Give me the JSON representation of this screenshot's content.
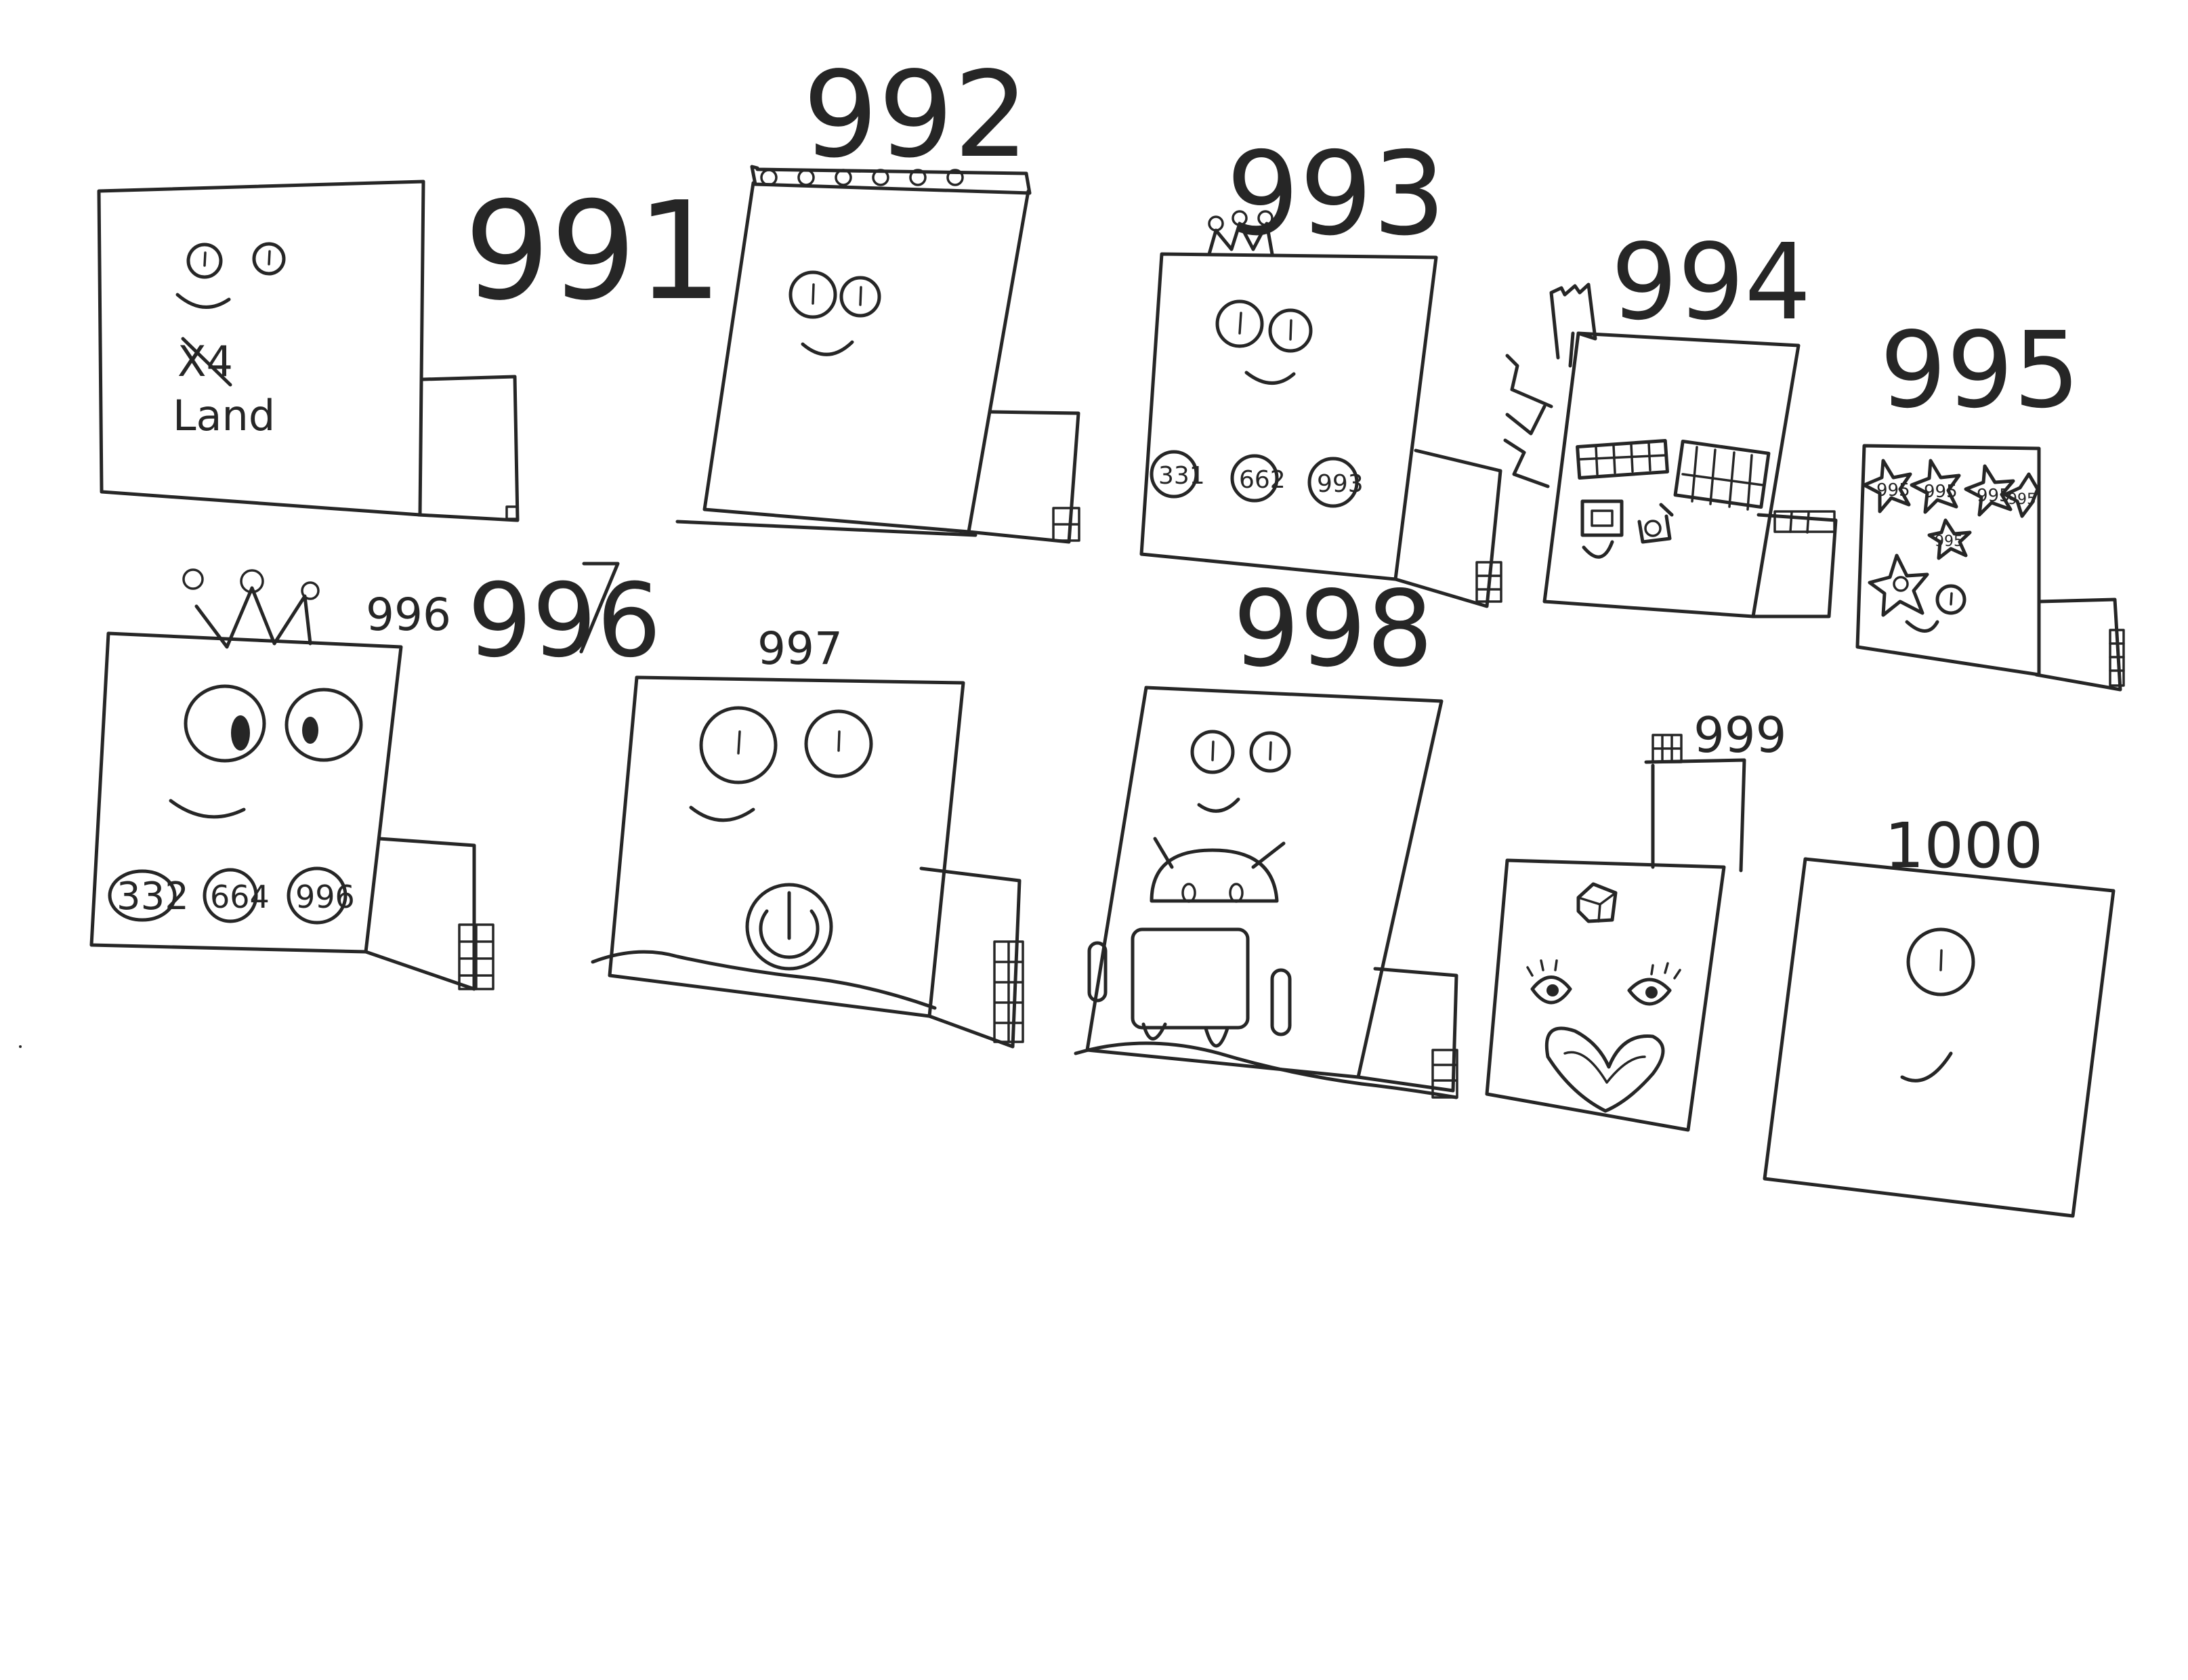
{
  "ink_color": "#262626",
  "paper_color": "#ffffff",
  "buildings": [
    {
      "id": "991",
      "label": "991",
      "sign": "X4",
      "sign_line2": "Land"
    },
    {
      "id": "992",
      "label": "992"
    },
    {
      "id": "993",
      "label": "993",
      "badges": [
        "331",
        "662",
        "993"
      ]
    },
    {
      "id": "994",
      "label": "994"
    },
    {
      "id": "995",
      "label": "995",
      "stars": [
        "995",
        "995",
        "995",
        "995"
      ],
      "small_star": "995"
    },
    {
      "id": "996",
      "label": "996",
      "label_small": "996",
      "badges": [
        "332",
        "664",
        "996"
      ]
    },
    {
      "id": "997",
      "label": "997"
    },
    {
      "id": "998",
      "label": "998"
    },
    {
      "id": "999",
      "label": "999"
    },
    {
      "id": "1000",
      "label": "1000"
    }
  ]
}
